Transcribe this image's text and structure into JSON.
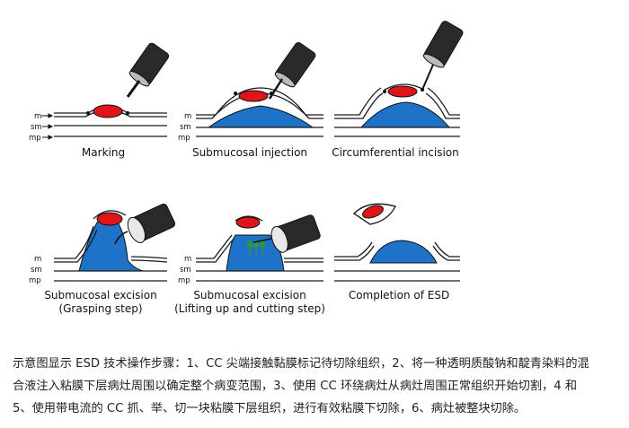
{
  "panels": [
    {
      "title": "Marking",
      "subtitle": ""
    },
    {
      "title": "Submucosal injection",
      "subtitle": ""
    },
    {
      "title": "Circumferential incision",
      "subtitle": ""
    },
    {
      "title": "Submucosal excision",
      "subtitle": "(Grasping step)"
    },
    {
      "title": "Submucosal excision",
      "subtitle": "(Lifting up and cutting step)"
    },
    {
      "title": "Completion of ESD",
      "subtitle": ""
    }
  ],
  "layer_labels": {
    "m": "m",
    "sm": "sm",
    "mp": "mp"
  },
  "caption_lines": [
    "示意图显示 ESD 技术操作步骤：1、CC 尖端接触黏膜标记待切除组织，2、将一种透明质酸钠和靛青染料的混",
    "合液注入粘膜下层病灶周围以确定整个病变范围，3、使用 CC 环绕病灶从病灶周围正常组织开始切割，4 和",
    "5、使用带电流的 CC 抓、举、切一块粘膜下层组织，进行有效粘膜下切除，6、病灶被整块切除。"
  ],
  "colors": {
    "lesion": "#e0141b",
    "submucosa_fluid": "#1e73c8",
    "line": "#1a1a1a",
    "instrument": "#2a2a2a"
  }
}
